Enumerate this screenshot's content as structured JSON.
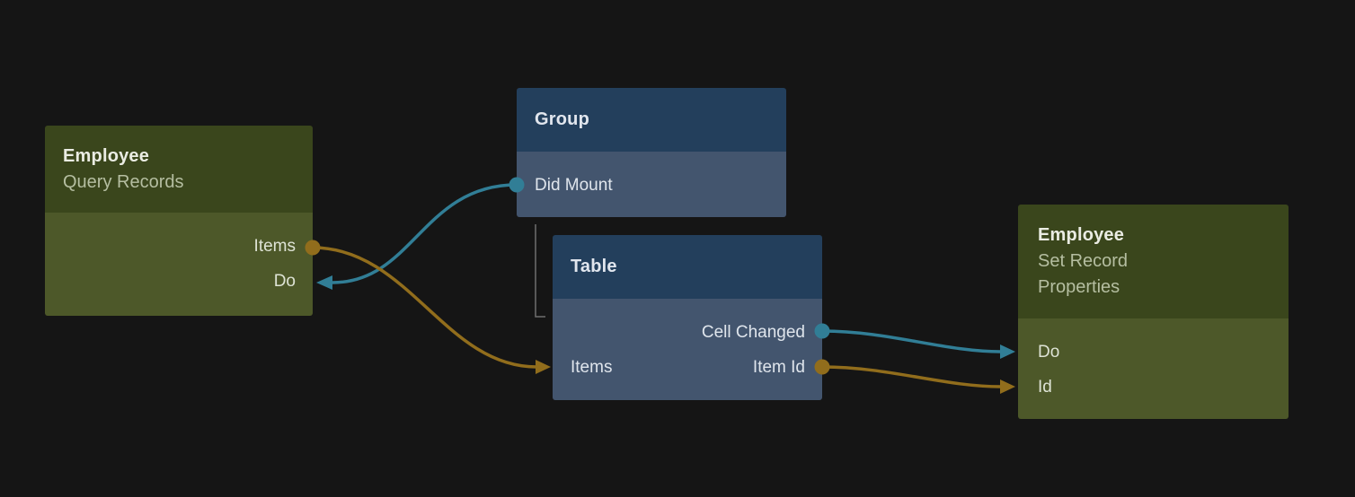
{
  "app": {
    "view": "node-graph-canvas",
    "background": "#151515"
  },
  "colors": {
    "canvas_background": "#151515",
    "green_node_header": "#3a461c",
    "green_node_body": "#4d5829",
    "blue_node_header": "#233f5c",
    "blue_node_body": "#43556e",
    "connection_signal": "#317e96",
    "connection_data": "#916d1c",
    "hierarchy_line": "#6f6f6f"
  },
  "nodes": {
    "query_records": {
      "title": "Employee",
      "subtitle": "Query Records",
      "ports": {
        "items": "Items",
        "do": "Do"
      }
    },
    "group": {
      "title": "Group",
      "ports": {
        "did_mount": "Did Mount"
      }
    },
    "table": {
      "title": "Table",
      "ports": {
        "cell_changed": "Cell Changed",
        "items": "Items",
        "item_id": "Item Id"
      }
    },
    "set_record_properties": {
      "title": "Employee",
      "subtitle": "Set Record Properties",
      "ports": {
        "do": "Do",
        "id": "Id"
      }
    }
  },
  "connections": [
    {
      "from": "Group / Did Mount",
      "to": "Employee Query Records / Do",
      "kind": "signal",
      "color": "#317e96"
    },
    {
      "from": "Employee Query Records / Items",
      "to": "Table / Items",
      "kind": "data",
      "color": "#916d1c"
    },
    {
      "from": "Table / Cell Changed",
      "to": "Employee Set Record Properties / Do",
      "kind": "signal",
      "color": "#317e96"
    },
    {
      "from": "Table / Item Id",
      "to": "Employee Set Record Properties / Id",
      "kind": "data",
      "color": "#916d1c"
    }
  ],
  "hierarchy": [
    {
      "parent": "Group",
      "child": "Table"
    }
  ]
}
